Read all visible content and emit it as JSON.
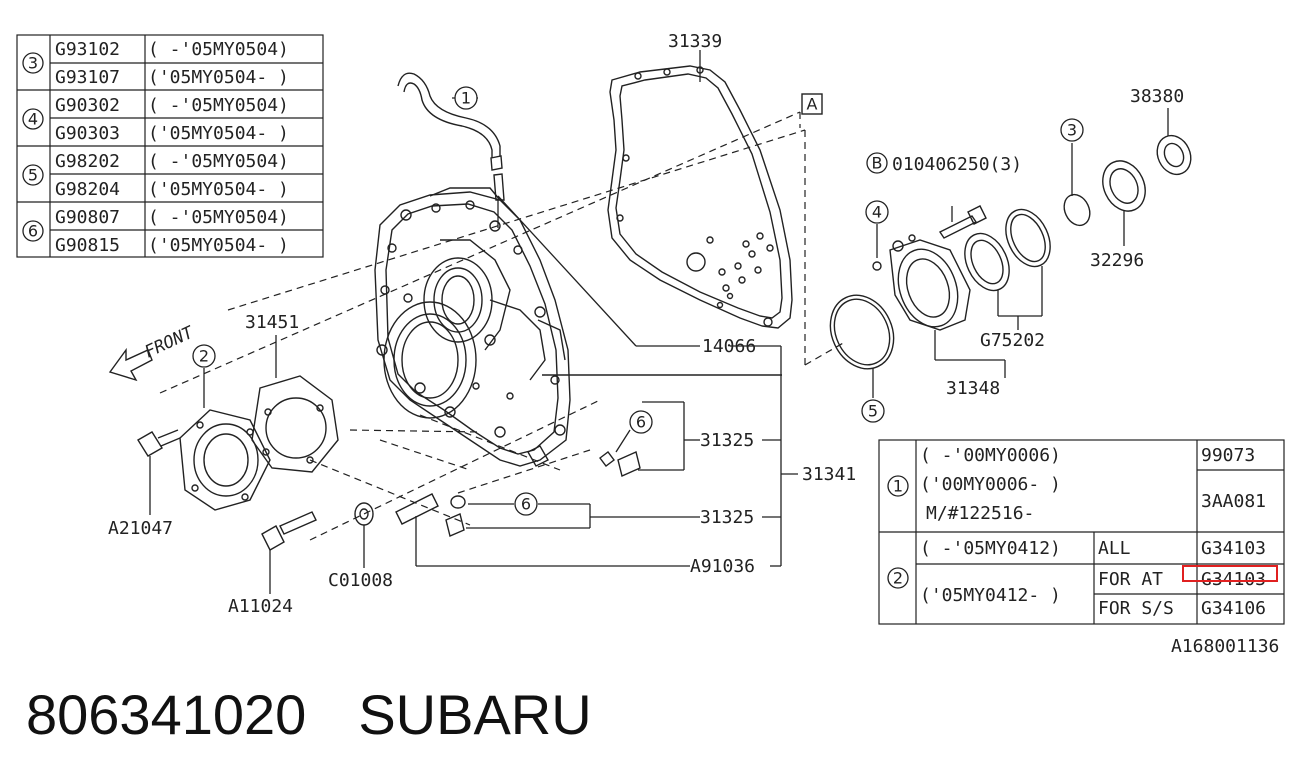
{
  "diagram_code": "A168001136",
  "part_number": "806341020",
  "brand": "SUBARU",
  "highlight_color": "#e02020",
  "front_label": "FRONT",
  "reference_box": "A",
  "left_table": {
    "groups": [
      {
        "ref": "3",
        "rows": [
          {
            "part": "G93102",
            "range": "( -'05MY0504)"
          },
          {
            "part": "G93107",
            "range": "('05MY0504- )"
          }
        ]
      },
      {
        "ref": "4",
        "rows": [
          {
            "part": "G90302",
            "range": "( -'05MY0504)"
          },
          {
            "part": "G90303",
            "range": "('05MY0504- )"
          }
        ]
      },
      {
        "ref": "5",
        "rows": [
          {
            "part": "G98202",
            "range": "( -'05MY0504)"
          },
          {
            "part": "G98204",
            "range": "('05MY0504- )"
          }
        ]
      },
      {
        "ref": "6",
        "rows": [
          {
            "part": "G90807",
            "range": "( -'05MY0504)"
          },
          {
            "part": "G90815",
            "range": "('05MY0504- )"
          }
        ]
      }
    ]
  },
  "right_table": {
    "ref1": {
      "ref": "1",
      "range_a": "(  -'00MY0006)",
      "part_a": "99073",
      "range_b": "('00MY0006-  )",
      "range_b2": "M/#122516-",
      "part_b": "3AA081"
    },
    "ref2": {
      "ref": "2",
      "range_a": "( -'05MY0412)",
      "type_a": "ALL",
      "part_a": "G34103",
      "range_b": "('05MY0412- )",
      "type_b": "FOR AT",
      "part_b": "G34103",
      "type_c": "FOR S/S",
      "part_c": "G34106"
    }
  },
  "callouts": {
    "p31339": "31339",
    "p38380": "38380",
    "p010406250": "010406250(3)",
    "b_mark": "B",
    "p32296": "32296",
    "p14066": "14066",
    "pG75202": "G75202",
    "p31348": "31348",
    "p31451": "31451",
    "p31325a": "31325",
    "p31341": "31341",
    "p31325b": "31325",
    "pA91036": "A91036",
    "pA21047": "A21047",
    "pC01008": "C01008",
    "pA11024": "A11024",
    "c1": "1",
    "c2": "2",
    "c3": "3",
    "c4": "4",
    "c5": "5",
    "c6a": "6",
    "c6b": "6"
  }
}
